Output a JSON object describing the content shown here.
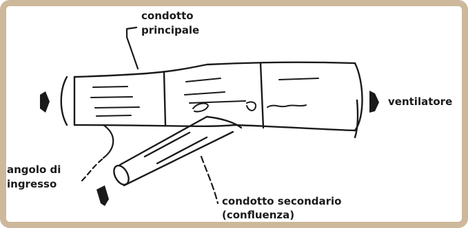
{
  "labels": {
    "main_duct_line1": "condotto",
    "main_duct_line2": "principale",
    "fan": "ventilatore",
    "entry_angle_line1": "angolo di",
    "entry_angle_line2": "ingresso",
    "branch_duct_line1": "condotto secondario",
    "branch_duct_line2": "(confluenza)"
  },
  "colors": {
    "frame": "#cdb89c",
    "ink": "#1a1a1a",
    "background": "#ffffff"
  }
}
